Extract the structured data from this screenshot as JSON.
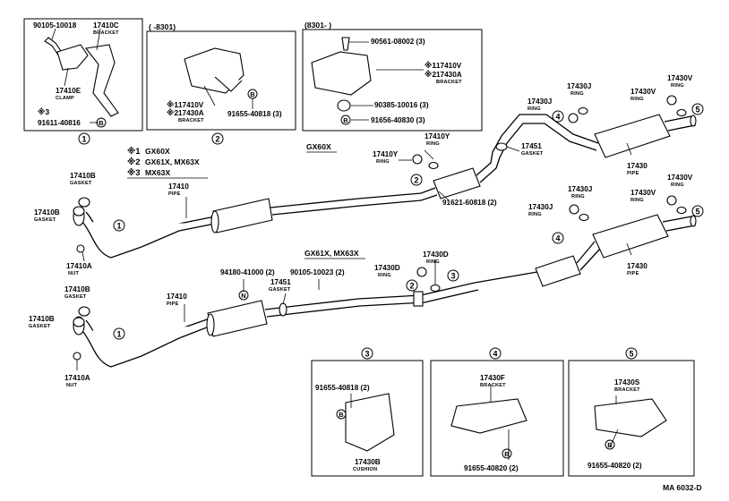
{
  "sheet_code": "MA 6032-D",
  "model_legend": [
    {
      "mark": "※1",
      "text": "GX60X"
    },
    {
      "mark": "※2",
      "text": "GX61X, MX63X"
    },
    {
      "mark": "※3",
      "text": "MX63X"
    }
  ],
  "model_headers": {
    "upper": "GX60X",
    "lower": "GX61X, MX63X"
  },
  "date_ranges": {
    "before": "( -8301)",
    "after": "(8301- )"
  },
  "group_markers": [
    "1",
    "2",
    "3",
    "4",
    "5",
    "B",
    "N"
  ],
  "parts": {
    "p90105_10018": {
      "number": "90105-10018"
    },
    "p17410C": {
      "number": "17410C",
      "desc": "BRACKET"
    },
    "p17410E": {
      "number": "17410E",
      "desc": "CLAMP"
    },
    "p91611_40816": {
      "number": "91611-40816",
      "mark": "※3"
    },
    "p17410V_a": {
      "number": "17410V",
      "mark": "※1"
    },
    "p17430A_a": {
      "number": "17430A",
      "desc": "BRACKET",
      "mark": "※2"
    },
    "p91655_40818_3": {
      "number": "91655-40818 (3)"
    },
    "p90561_08002": {
      "number": "90561-08002 (3)"
    },
    "p17410V_b": {
      "number": "17410V",
      "mark": "※1"
    },
    "p17430A_b": {
      "number": "17430A",
      "desc": "BRACKET",
      "mark": "※2"
    },
    "p90385_10016": {
      "number": "90385-10016 (3)"
    },
    "p91656_40830": {
      "number": "91656-40830 (3)"
    },
    "p17410B_g1": {
      "number": "17410B",
      "desc": "GASKET"
    },
    "p17410B_g2": {
      "number": "17410B",
      "desc": "GASKET"
    },
    "p17410_pipe_u": {
      "number": "17410",
      "desc": "PIPE"
    },
    "p17410A_nut_u": {
      "number": "17410A",
      "desc": "NUT"
    },
    "p17410Y_r1": {
      "number": "17410Y",
      "desc": "RING"
    },
    "p17410Y_r2": {
      "number": "17410Y",
      "desc": "RING"
    },
    "p17451_u": {
      "number": "17451",
      "desc": "GASKET"
    },
    "p91621_60818": {
      "number": "91621-60818 (2)"
    },
    "p17430J_u1": {
      "number": "17430J",
      "desc": "RING"
    },
    "p17430J_u2": {
      "number": "17430J",
      "desc": "RING"
    },
    "p17430V_u1": {
      "number": "17430V",
      "desc": "RING"
    },
    "p17430V_u2": {
      "number": "17430V",
      "desc": "RING"
    },
    "p17430_pipe_u": {
      "number": "17430",
      "desc": "PIPE"
    },
    "p17430J_l1": {
      "number": "17430J",
      "desc": "RING"
    },
    "p17430J_l2": {
      "number": "17430J",
      "desc": "RING"
    },
    "p17430V_l1": {
      "number": "17430V",
      "desc": "RING"
    },
    "p17430V_l2": {
      "number": "17430V",
      "desc": "RING"
    },
    "p17430_pipe_l": {
      "number": "17430",
      "desc": "PIPE"
    },
    "p17430D_r1": {
      "number": "17430D",
      "desc": "RING"
    },
    "p17430D_r2": {
      "number": "17430D",
      "desc": "RING"
    },
    "p94180_41000": {
      "number": "94180-41000 (2)"
    },
    "p90105_10023": {
      "number": "90105-10023 (2)"
    },
    "p17451_l": {
      "number": "17451",
      "desc": "GASKET"
    },
    "p17410B_g3": {
      "number": "17410B",
      "desc": "GASKET"
    },
    "p17410B_g4": {
      "number": "17410B",
      "desc": "GASKET"
    },
    "p17410_pipe_l": {
      "number": "17410",
      "desc": "PIPE"
    },
    "p17410A_nut_l": {
      "number": "17410A",
      "desc": "NUT"
    },
    "p91655_40818_2": {
      "number": "91655-40818 (2)"
    },
    "p17430B": {
      "number": "17430B",
      "desc": "CUSHION"
    },
    "p17430F": {
      "number": "17430F",
      "desc": "BRACKET"
    },
    "p91655_40820_a": {
      "number": "91655-40820 (2)"
    },
    "p17430S": {
      "number": "17430S",
      "desc": "BRACKET"
    },
    "p91655_40820_b": {
      "number": "91655-40820 (2)"
    }
  }
}
